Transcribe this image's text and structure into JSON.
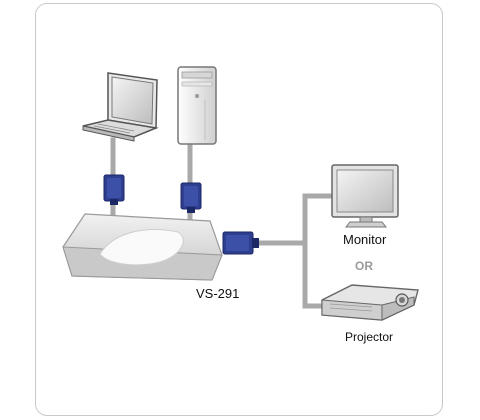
{
  "labels": {
    "device": "VS-291",
    "monitor": "Monitor",
    "or": "OR",
    "projector": "Projector"
  },
  "colors": {
    "cable": "#a9a9a9",
    "connector": "#2f3f8f",
    "connector_dark": "#1c2766",
    "device_body": "#d7d7d7",
    "device_top": "#ededed"
  },
  "icons": [
    "laptop-icon",
    "pc-tower-icon",
    "monitor-icon",
    "projector-icon",
    "vga-connector-icon"
  ]
}
